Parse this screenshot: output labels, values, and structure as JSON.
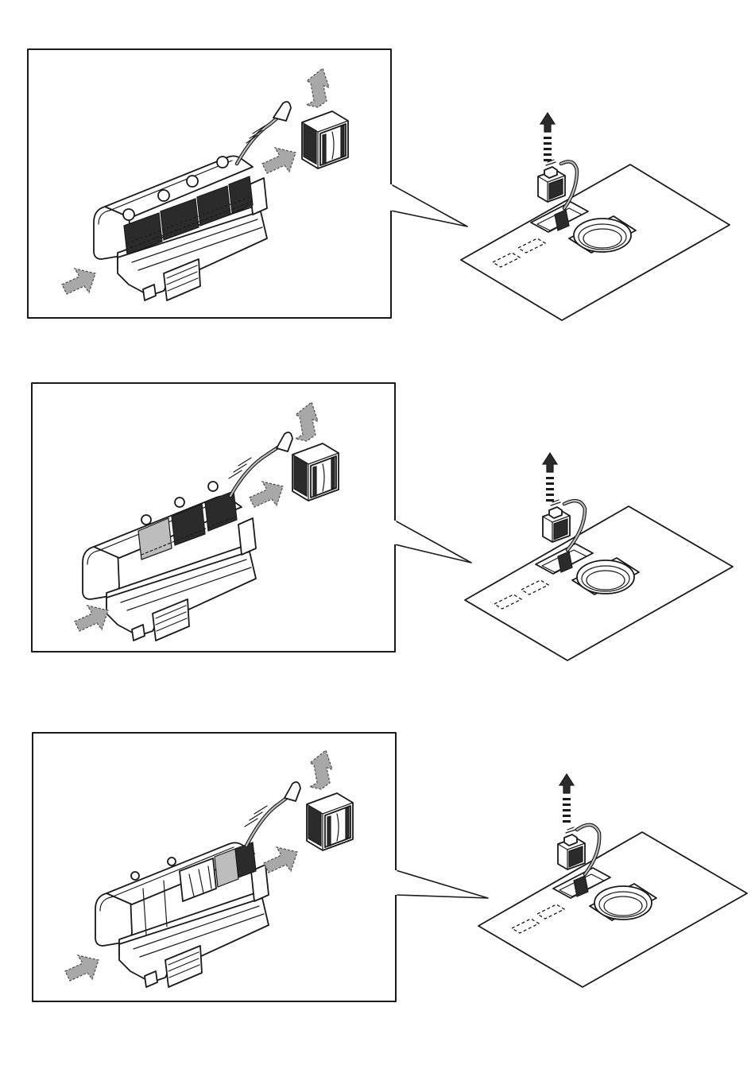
{
  "diagram": {
    "steps": [
      {
        "id": "step-1",
        "filter_state": "all-filters-installed"
      },
      {
        "id": "step-2",
        "filter_state": "rear-filters-installed"
      },
      {
        "id": "step-3",
        "filter_state": "one-filter-installed"
      }
    ],
    "icons": [
      "airflow-arrow-icon",
      "vent-arrow-icon",
      "cable-icon",
      "filter-block-icon",
      "ceiling-panel-icon",
      "up-arrow-icon"
    ],
    "colors": {
      "line": "#1a1a1a",
      "arrow_fill": "#a8a8a8",
      "background": "#ffffff"
    }
  }
}
